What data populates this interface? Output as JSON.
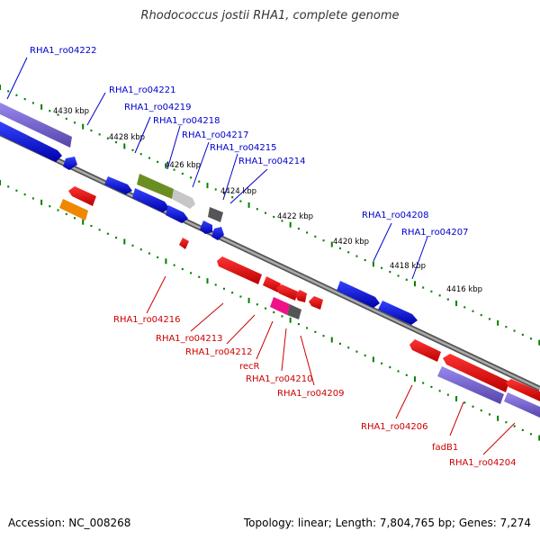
{
  "title": "Rhodococcus jostii RHA1, complete genome",
  "footer": {
    "accession": "Accession: NC_008268",
    "summary": "Topology: linear; Length: 7,804,765 bp; Genes: 7,274"
  },
  "colors": {
    "forward_label": "#0000cc",
    "reverse_label": "#cc0000",
    "backbone": "#808080",
    "ticks": "#008000"
  },
  "scale_labels": [
    "4430 kbp",
    "4428 kbp",
    "4426 kbp",
    "4424 kbp",
    "4422 kbp",
    "4420 kbp",
    "4418 kbp",
    "4416 kbp"
  ],
  "forward_genes": [
    {
      "label": "RHA1_ro04222",
      "color": "#7766cc"
    },
    {
      "label": "RHA1_ro04221",
      "color": "#0000ee"
    },
    {
      "label": "RHA1_ro04219",
      "color": "#0000ee"
    },
    {
      "label": "RHA1_ro04218",
      "color": "#6b8e23"
    },
    {
      "label": "RHA1_ro04217",
      "color": "#bbbbbb"
    },
    {
      "label": "RHA1_ro04215",
      "color": "#555555"
    },
    {
      "label": "RHA1_ro04214",
      "color": "#0000ee"
    },
    {
      "label": "RHA1_ro04208",
      "color": "#0000ee"
    },
    {
      "label": "RHA1_ro04207",
      "color": "#0000ee"
    }
  ],
  "reverse_genes": [
    {
      "label": "RHA1_ro04216",
      "color": "#ee0000"
    },
    {
      "label": "RHA1_ro04213",
      "color": "#ee0000"
    },
    {
      "label": "RHA1_ro04212",
      "color": "#ee0000"
    },
    {
      "label": "recR",
      "color": "#ee1188"
    },
    {
      "label": "RHA1_ro04210",
      "color": "#ee0000"
    },
    {
      "label": "RHA1_ro04209",
      "color": "#ee0000"
    },
    {
      "label": "RHA1_ro04206",
      "color": "#ee0000"
    },
    {
      "label": "fadB1",
      "color": "#7766cc"
    },
    {
      "label": "RHA1_ro04204",
      "color": "#ee0000"
    }
  ]
}
